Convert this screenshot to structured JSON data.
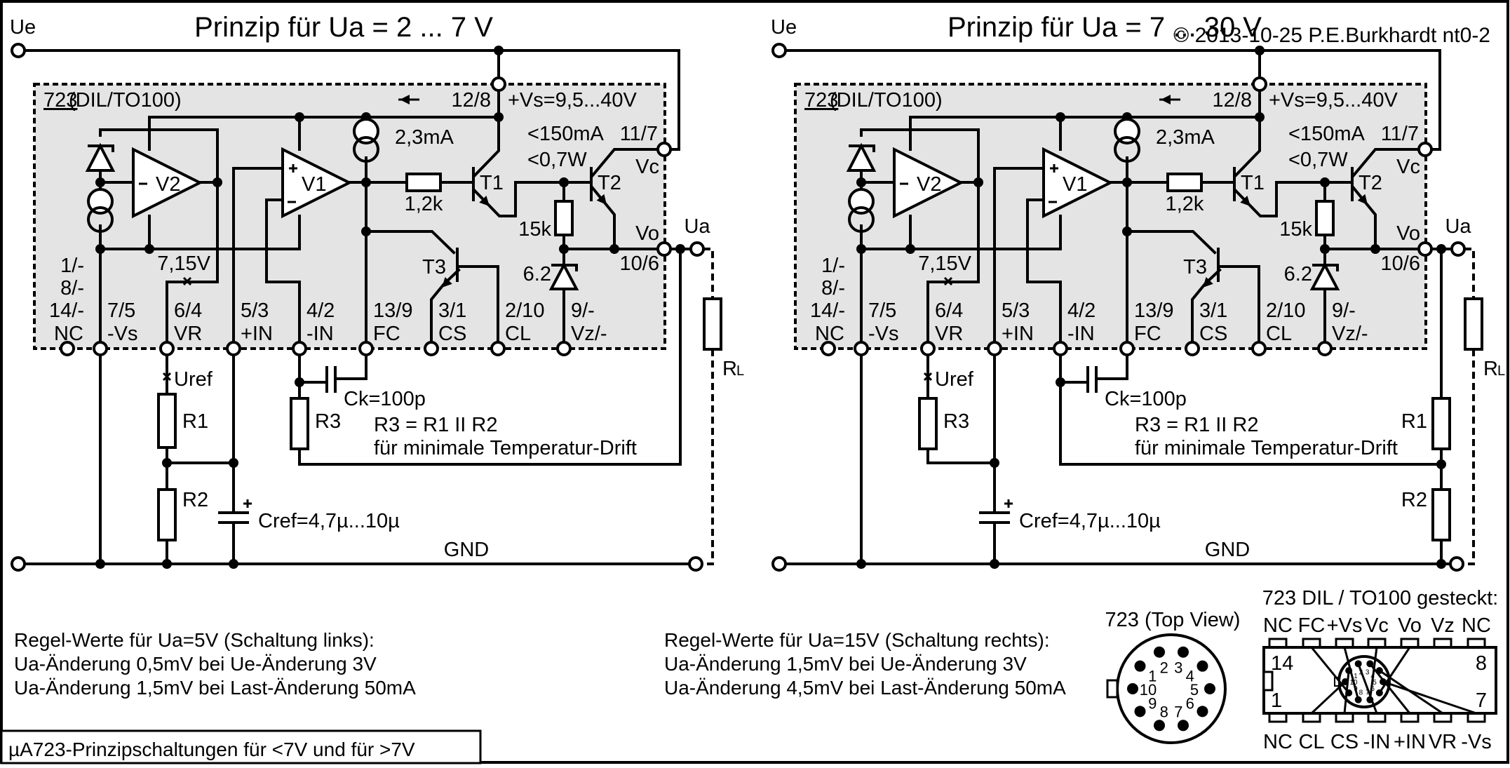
{
  "copyright": "© 2013-10-25 P.E.Burkhardt nt0-2",
  "caption": "µA723-Prinzipschaltungen für <7V und für >7V",
  "circuits": [
    {
      "id": "left",
      "title": "Prinzip für Ua = 2 ... 7 V",
      "ue_label": "Ue",
      "ua_label": "Ua",
      "gnd_label": "GND",
      "rl_label": "R",
      "rl_sub": "L",
      "ic": {
        "name_underlined": "723",
        "name_rest": " (DIL/TO100)",
        "supply_pin": "12/8",
        "supply_label": "+Vs=9,5...40V",
        "current_source": "2,3mA",
        "limit_current": "<150mA",
        "limit_power": "<0,7W",
        "vc_pin": "11/7",
        "vc_label": "Vc",
        "vo_label": "Vo",
        "vo_pin": "10/6",
        "amp_v2": "V2",
        "amp_v1": "V1",
        "res_base": "1,2k",
        "res_15k": "15k",
        "zener": "6.2",
        "vref": "7,15V",
        "t1": "T1",
        "t2": "T2",
        "t3": "T3",
        "nc_pins": [
          "1/-",
          "8/-",
          "14/-"
        ],
        "bottom_pins": [
          {
            "num": "",
            "name": "NC"
          },
          {
            "num": "7/5",
            "name": "-Vs"
          },
          {
            "num": "6/4",
            "name": "VR"
          },
          {
            "num": "5/3",
            "name": "+IN"
          },
          {
            "num": "4/2",
            "name": "-IN"
          },
          {
            "num": "13/9",
            "name": "FC"
          },
          {
            "num": "3/1",
            "name": "CS"
          },
          {
            "num": "2/10",
            "name": "CL"
          },
          {
            "num": "9/-",
            "name": "Vz/-"
          }
        ]
      },
      "external": {
        "uref": "Uref",
        "ck": "Ck=100p",
        "cref": "Cref=4,7µ...10µ",
        "r_a": "R1",
        "r_b": "R2",
        "r_c": "R3",
        "eq1": "R3 = R1 II R2",
        "eq2": "für minimale Temperatur-Drift"
      },
      "regel": {
        "heading": "Regel-Werte für Ua=5V (Schaltung links):",
        "line1": "Ua-Änderung 0,5mV bei Ue-Änderung 3V",
        "line2": "Ua-Änderung 1,5mV bei Last-Änderung 50mA"
      }
    },
    {
      "id": "right",
      "title": "Prinzip für Ua = 7 ... 30 V",
      "ue_label": "Ue",
      "ua_label": "Ua",
      "gnd_label": "GND",
      "rl_label": "R",
      "rl_sub": "L",
      "ic": {
        "name_underlined": "723",
        "name_rest": " (DIL/TO100)",
        "supply_pin": "12/8",
        "supply_label": "+Vs=9,5...40V",
        "current_source": "2,3mA",
        "limit_current": "<150mA",
        "limit_power": "<0,7W",
        "vc_pin": "11/7",
        "vc_label": "Vc",
        "vo_label": "Vo",
        "vo_pin": "10/6",
        "amp_v2": "V2",
        "amp_v1": "V1",
        "res_base": "1,2k",
        "res_15k": "15k",
        "zener": "6.2",
        "vref": "7,15V",
        "t1": "T1",
        "t2": "T2",
        "t3": "T3",
        "nc_pins": [
          "1/-",
          "8/-",
          "14/-"
        ],
        "bottom_pins": [
          {
            "num": "",
            "name": "NC"
          },
          {
            "num": "7/5",
            "name": "-Vs"
          },
          {
            "num": "6/4",
            "name": "VR"
          },
          {
            "num": "5/3",
            "name": "+IN"
          },
          {
            "num": "4/2",
            "name": "-IN"
          },
          {
            "num": "13/9",
            "name": "FC"
          },
          {
            "num": "3/1",
            "name": "CS"
          },
          {
            "num": "2/10",
            "name": "CL"
          },
          {
            "num": "9/-",
            "name": "Vz/-"
          }
        ]
      },
      "external": {
        "uref": "Uref",
        "ck": "Ck=100p",
        "cref": "Cref=4,7µ...10µ",
        "r_a": "R3",
        "r_b": "R1",
        "r_c": "R2",
        "eq1": "R3 = R1 II R2",
        "eq2": "für minimale Temperatur-Drift"
      },
      "regel": {
        "heading": "Regel-Werte für Ua=15V (Schaltung rechts):",
        "line1": "Ua-Änderung 1,5mV bei Ue-Änderung 3V",
        "line2": "Ua-Änderung 4,5mV bei Last-Änderung 50mA"
      }
    }
  ],
  "to100": {
    "title": "723 (Top View)",
    "pins": [
      "1",
      "2",
      "3",
      "4",
      "5",
      "6",
      "7",
      "8",
      "9",
      "10"
    ]
  },
  "dil": {
    "title": "723 DIL / TO100 gesteckt:",
    "top_labels": [
      "NC",
      "FC",
      "+Vs",
      "Vc",
      "Vo",
      "Vz",
      "NC"
    ],
    "bottom_labels": [
      "NC",
      "CL",
      "CS",
      "-IN",
      "+IN",
      "VR",
      "-Vs"
    ],
    "pin_14": "14",
    "pin_8": "8",
    "pin_1": "1",
    "pin_7": "7",
    "inner_pins": [
      "1",
      "2",
      "3",
      "4",
      "5",
      "6",
      "7",
      "8",
      "9",
      "10"
    ]
  }
}
